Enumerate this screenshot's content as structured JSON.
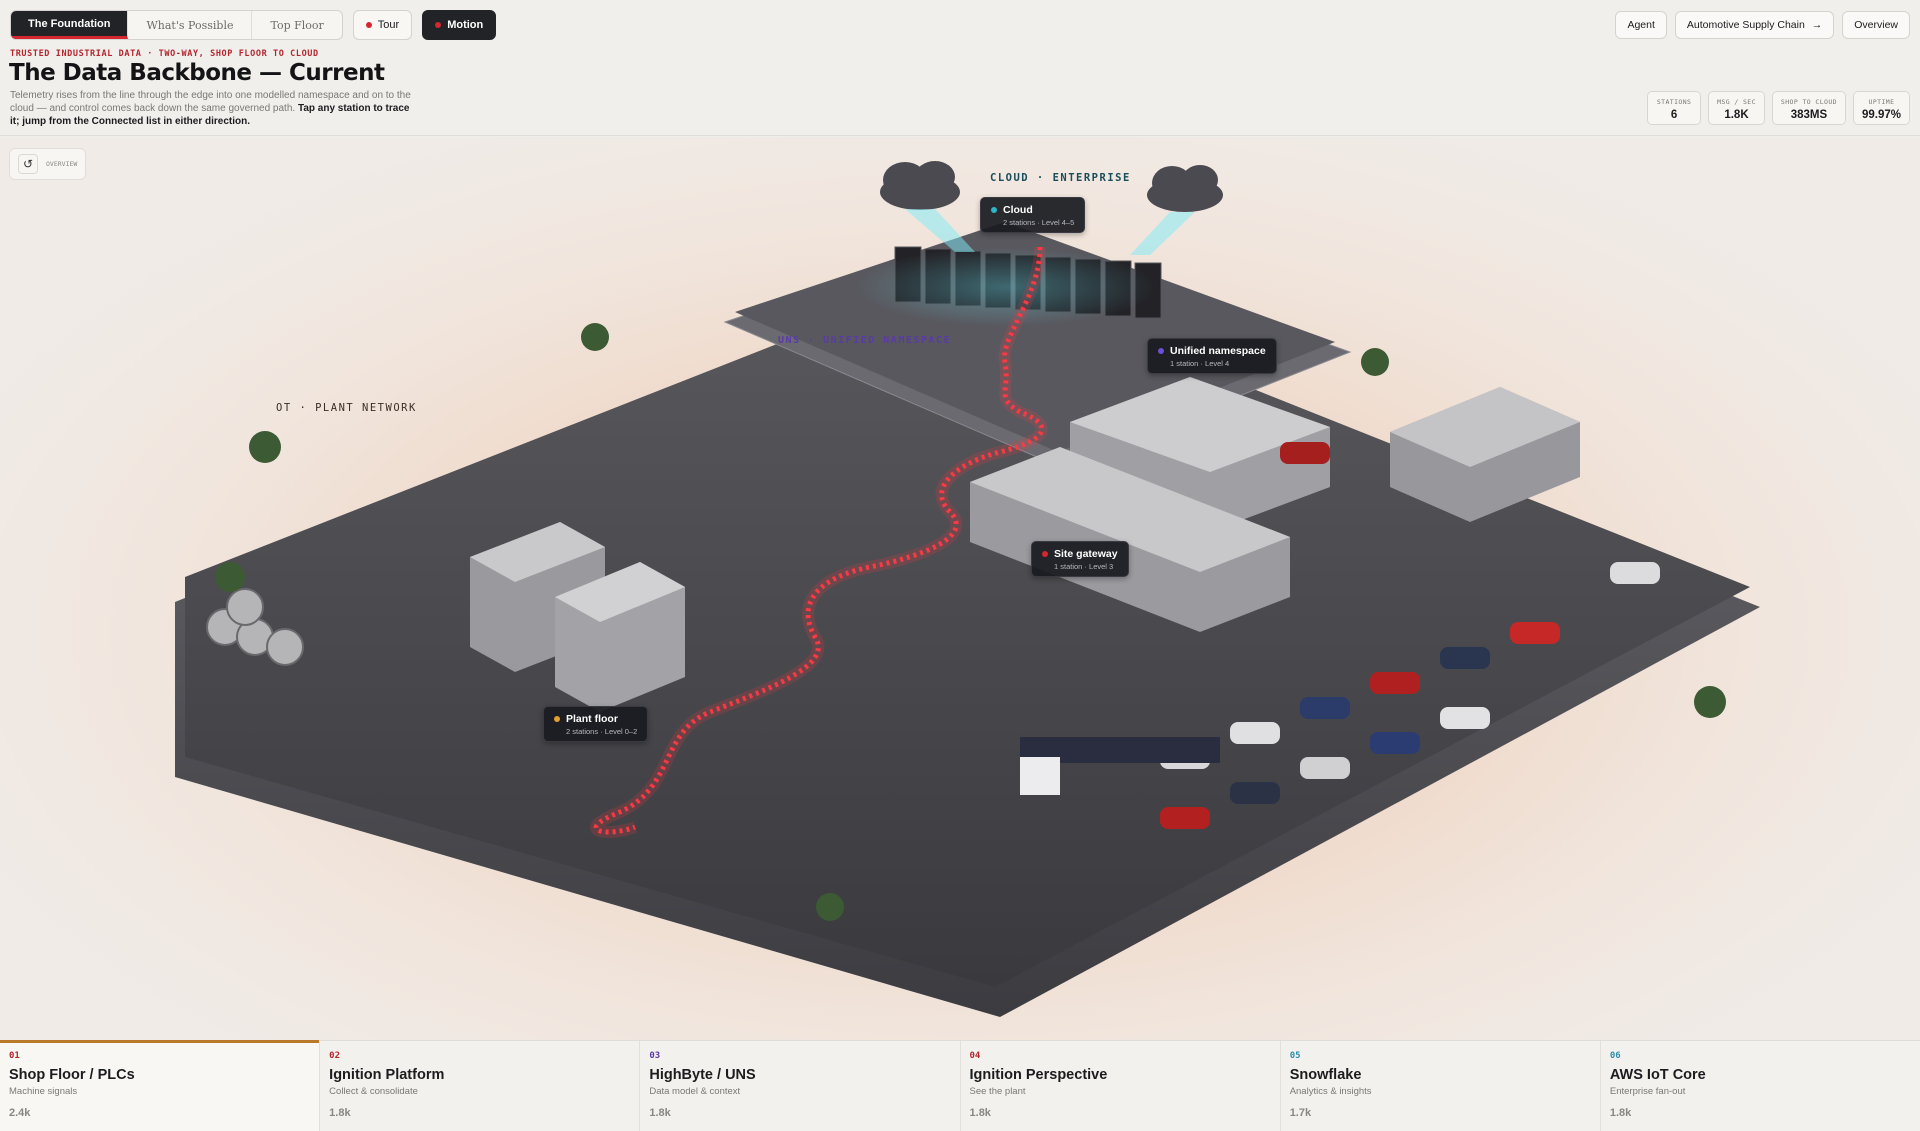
{
  "nav": {
    "tabs": [
      {
        "label": "The Foundation"
      },
      {
        "label": "What's Possible"
      },
      {
        "label": "Top Floor"
      }
    ],
    "tour_label": "Tour",
    "motion_label": "Motion",
    "agent_label": "Agent",
    "supply_chain_label": "Automotive Supply Chain",
    "supply_chain_arrow": "→",
    "overview_label": "Overview"
  },
  "header": {
    "kicker": "TRUSTED INDUSTRIAL DATA · TWO-WAY, SHOP FLOOR TO CLOUD",
    "title": "The Data Backbone — Current",
    "desc_plain": "Telemetry rises from the line through the edge into one modelled namespace and on to the cloud — and control comes back down the same governed path. ",
    "desc_bold": "Tap any station to trace it; jump from the Connected list in either direction."
  },
  "stats": [
    {
      "label": "STATIONS",
      "value": "6"
    },
    {
      "label": "MSG / SEC",
      "value": "1.8K"
    },
    {
      "label": "SHOP TO CLOUD",
      "value": "383MS"
    },
    {
      "label": "UPTIME",
      "value": "99.97%"
    }
  ],
  "scene": {
    "overview_button_label": "OVERVIEW",
    "zones": {
      "cloud": "CLOUD · ENTERPRISE",
      "uns": "UNS · UNIFIED NAMESPACE",
      "ot": "OT · PLANT NETWORK"
    },
    "chips": [
      {
        "name": "Cloud",
        "sub": "2 stations · Level 4–5",
        "color": "#2bb6c9"
      },
      {
        "name": "Unified namespace",
        "sub": "1 station · Level 4",
        "color": "#6b4fd8"
      },
      {
        "name": "Site gateway",
        "sub": "1 station · Level 3",
        "color": "#d62630"
      },
      {
        "name": "Plant floor",
        "sub": "2 stations · Level 0–2",
        "color": "#e0a030"
      }
    ]
  },
  "stations": [
    {
      "num": "01",
      "name": "Shop Floor / PLCs",
      "sub": "Machine signals",
      "count": "2.4k",
      "color": "#b3262e"
    },
    {
      "num": "02",
      "name": "Ignition Platform",
      "sub": "Collect & consolidate",
      "count": "1.8k",
      "color": "#b3262e"
    },
    {
      "num": "03",
      "name": "HighByte / UNS",
      "sub": "Data model & context",
      "count": "1.8k",
      "color": "#5b3aa8"
    },
    {
      "num": "04",
      "name": "Ignition Perspective",
      "sub": "See the plant",
      "count": "1.8k",
      "color": "#b3262e"
    },
    {
      "num": "05",
      "name": "Snowflake",
      "sub": "Analytics & insights",
      "count": "1.7k",
      "color": "#2a8fa8"
    },
    {
      "num": "06",
      "name": "AWS IoT Core",
      "sub": "Enterprise fan-out",
      "count": "1.8k",
      "color": "#2a8fa8"
    }
  ]
}
